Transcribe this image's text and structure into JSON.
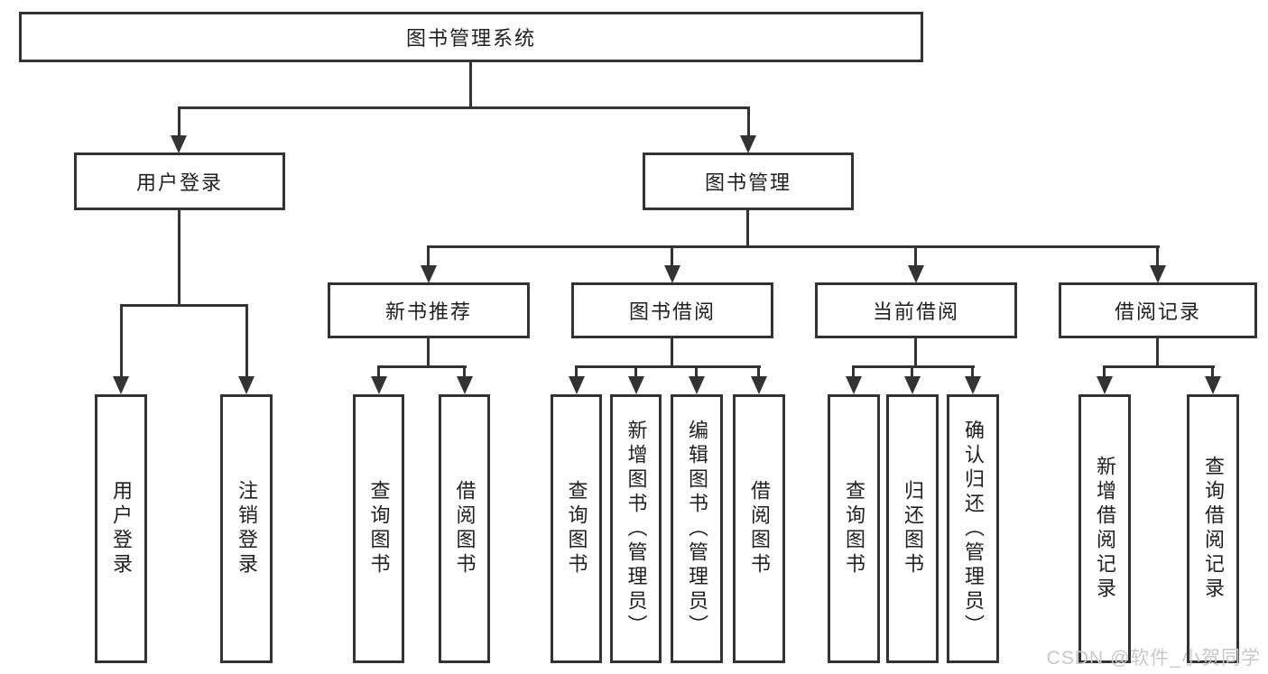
{
  "diagram_title": "图书管理系统",
  "nodes": {
    "root": {
      "label": "图书管理系统"
    },
    "level2": [
      {
        "label": "用户登录",
        "parent": "图书管理系统"
      },
      {
        "label": "图书管理",
        "parent": "图书管理系统"
      }
    ],
    "level3": [
      {
        "label": "新书推荐",
        "parent": "图书管理"
      },
      {
        "label": "图书借阅",
        "parent": "图书管理"
      },
      {
        "label": "当前借阅",
        "parent": "图书管理"
      },
      {
        "label": "借阅记录",
        "parent": "图书管理"
      }
    ],
    "leaves": [
      {
        "label": "用户登录",
        "parent": "用户登录"
      },
      {
        "label": "注销登录",
        "parent": "用户登录"
      },
      {
        "label": "查询图书",
        "parent": "新书推荐"
      },
      {
        "label": "借阅图书",
        "parent": "新书推荐"
      },
      {
        "label": "查询图书",
        "parent": "图书借阅"
      },
      {
        "label": "新增图书（管理员）",
        "parent": "图书借阅"
      },
      {
        "label": "编辑图书（管理员）",
        "parent": "图书借阅"
      },
      {
        "label": "借阅图书",
        "parent": "图书借阅"
      },
      {
        "label": "查询图书",
        "parent": "当前借阅"
      },
      {
        "label": "归还图书",
        "parent": "当前借阅"
      },
      {
        "label": "确认归还（管理员）",
        "parent": "当前借阅"
      },
      {
        "label": "新增借阅记录",
        "parent": "借阅记录"
      },
      {
        "label": "查询借阅记录",
        "parent": "借阅记录"
      }
    ]
  },
  "watermark": {
    "text": "CSDN @软件_小贺同学"
  },
  "colors": {
    "line": "#333333",
    "box_background": "#ffffff",
    "text": "#1f1f1f",
    "watermark": "#c8c8c8"
  }
}
